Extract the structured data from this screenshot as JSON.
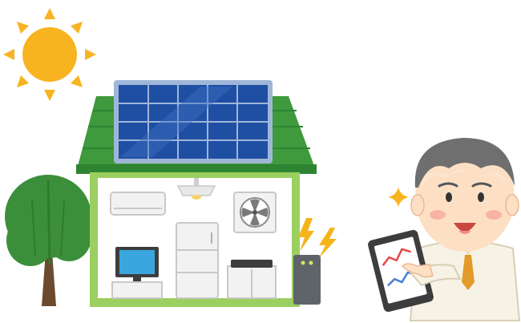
{
  "scene": {
    "elements": [
      "sun",
      "solar-house",
      "tree",
      "storage-battery",
      "man-with-tablet"
    ]
  },
  "colors": {
    "sun": "#f8b320",
    "roof_green": "#3e9a3d",
    "house_wall": "#9bcf60",
    "solar_panel": "#1f4fa3",
    "panel_frame": "#9fb6d8",
    "tree_green": "#3b8f3a",
    "trunk": "#6b4a2f",
    "battery": "#5f6468",
    "lightning": "#f4b41a",
    "skin": "#fde0c4",
    "hair": "#6f6f6f",
    "suit": "#f7f2e6",
    "tablet": "#3d3d3d",
    "chart_red": "#e4494a",
    "chart_blue": "#4a7fd6"
  },
  "appliances": [
    "air-conditioner",
    "ceiling-light",
    "ventilation-fan",
    "television",
    "refrigerator",
    "stove"
  ]
}
